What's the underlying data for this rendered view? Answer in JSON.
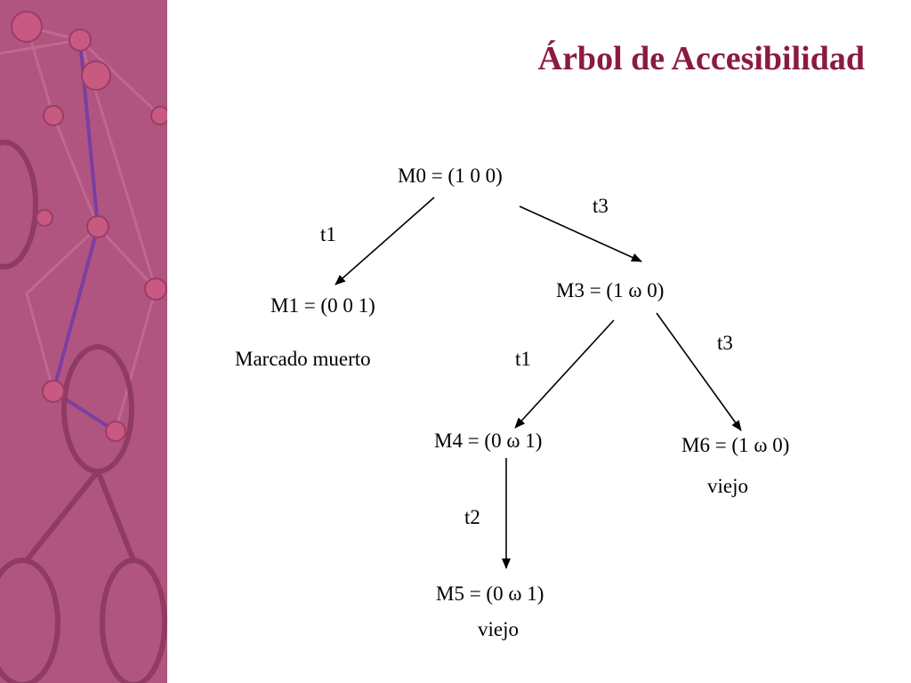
{
  "title": "Árbol de Accesibilidad",
  "diagram": {
    "nodes": {
      "m0": "M0 = (1 0 0)",
      "m1": "M1 = (0 0 1)",
      "m3": "M3 = (1 ω 0)",
      "m4": "M4 = (0 ω 1)",
      "m5": "M5 = (0 ω 1)",
      "m6": "M6 = (1 ω 0)"
    },
    "annotations": {
      "m1_note": "Marcado muerto",
      "m5_note": "viejo",
      "m6_note": "viejo"
    },
    "edges": [
      {
        "from": "M0",
        "to": "M1",
        "label": "t1"
      },
      {
        "from": "M0",
        "to": "M3",
        "label": "t3"
      },
      {
        "from": "M3",
        "to": "M4",
        "label": "t1"
      },
      {
        "from": "M3",
        "to": "M6",
        "label": "t3"
      },
      {
        "from": "M4",
        "to": "M5",
        "label": "t2"
      }
    ]
  },
  "colors": {
    "title": "#8b1a3e",
    "sidebar_background": "#b0557f",
    "arrow": "#000000"
  }
}
